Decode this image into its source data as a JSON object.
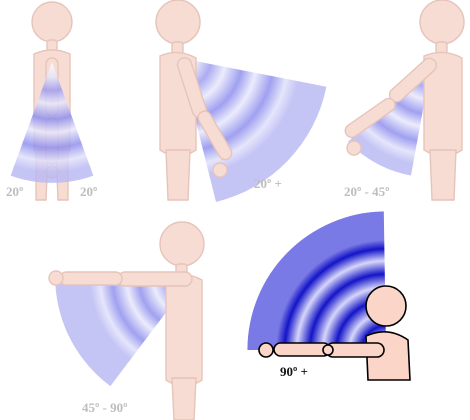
{
  "labels": {
    "p1_left": "20º",
    "p1_right": "20º",
    "p2": "20º +",
    "p3": "20º - 45º",
    "p4": "45º - 90º",
    "p5": "90º +"
  },
  "colors": {
    "skin_faint": "#f7dcd4",
    "skin_outline_faint": "#e6c4ba",
    "skin_bold": "#fbd5c8",
    "outline_bold": "#000000",
    "wave_faint": "#8f8ff0",
    "wave_bold": "#1f1fd8",
    "label_light": "#bdbdbd",
    "label_dark": "#111111"
  }
}
